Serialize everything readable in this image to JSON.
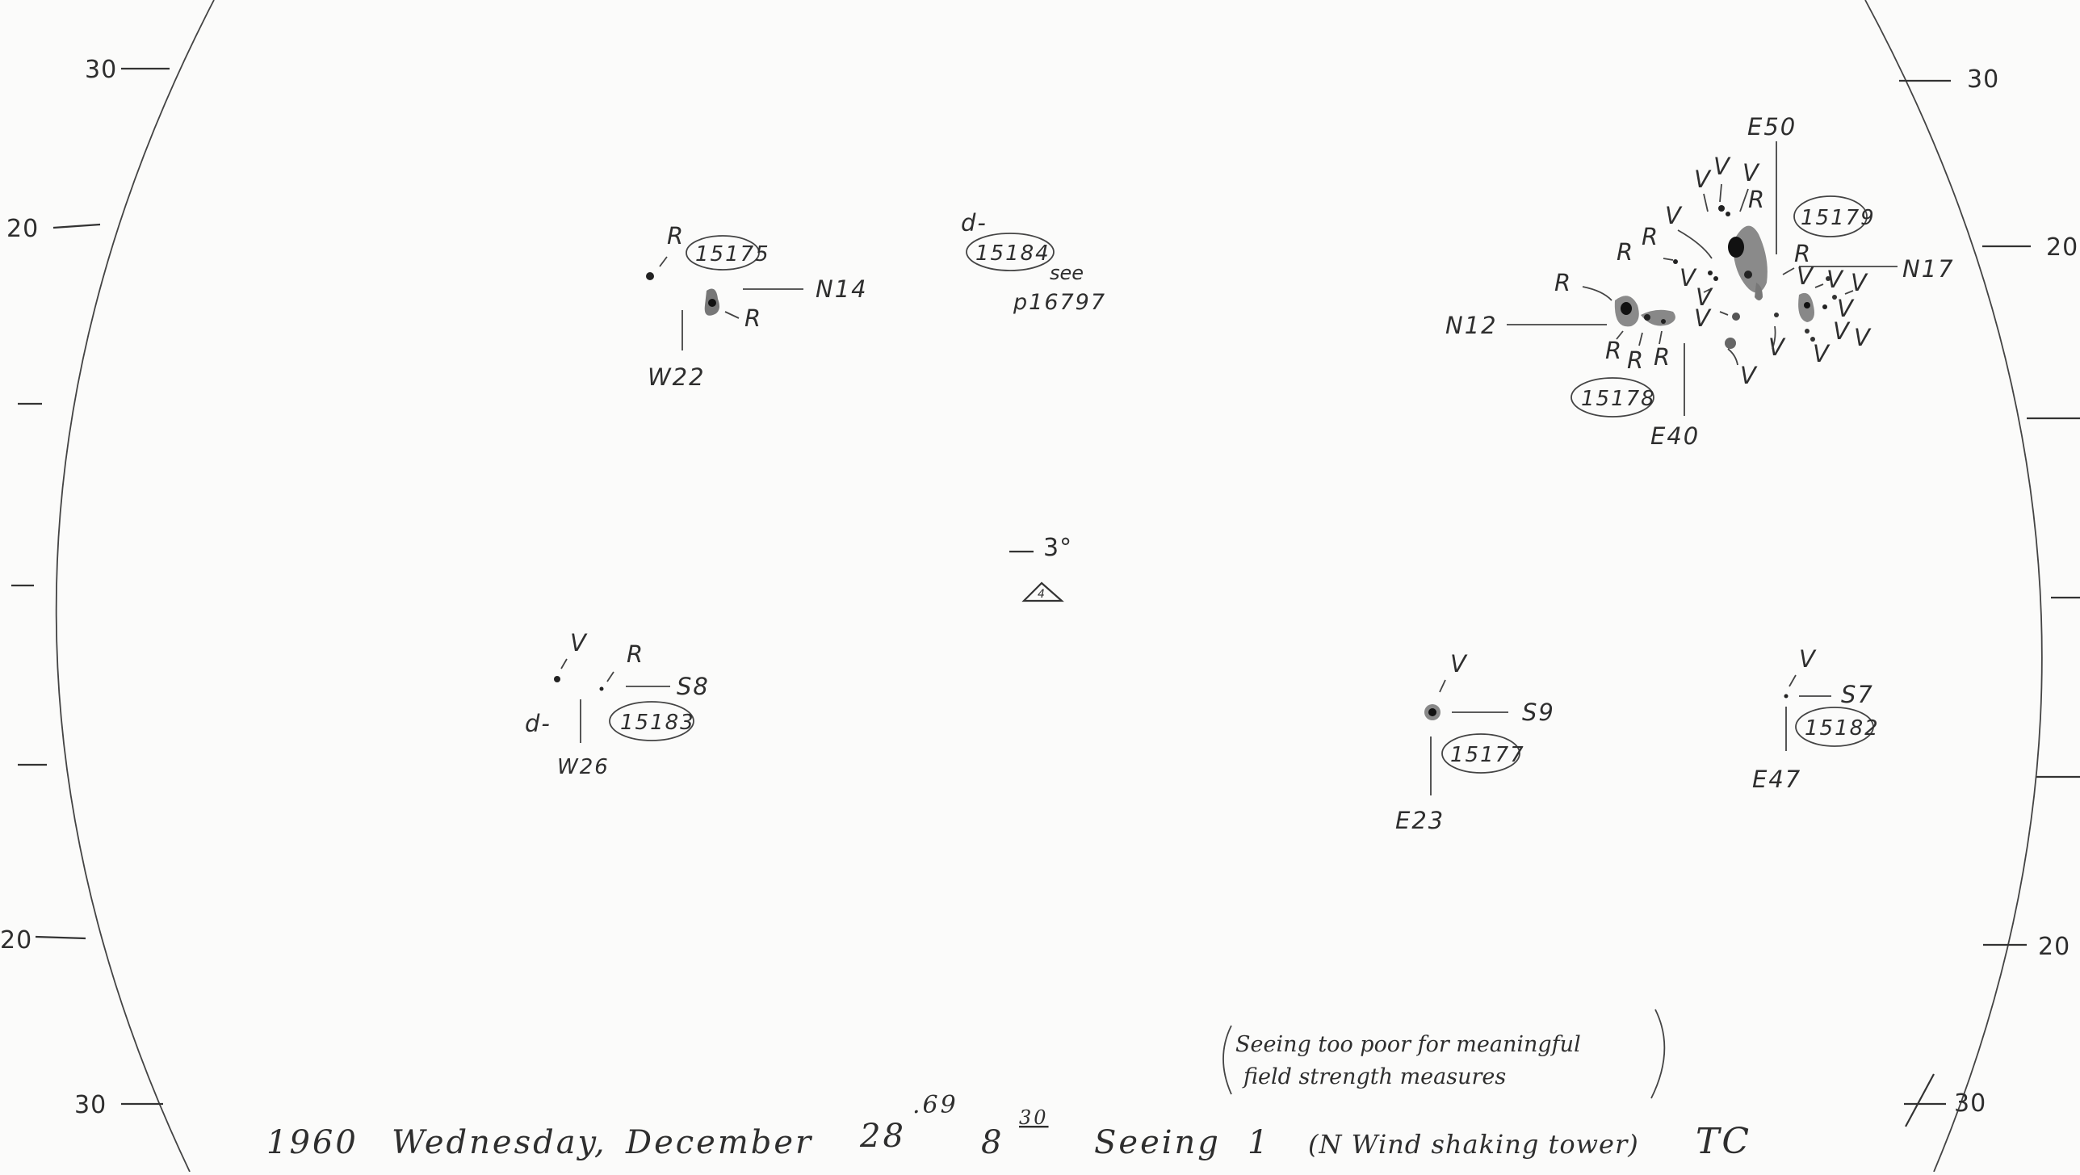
{
  "scale_ticks": {
    "left": [
      "30",
      "20",
      "20",
      "30"
    ],
    "right": [
      "30",
      "20",
      "20",
      "30"
    ]
  },
  "center_mark": {
    "label": "3°",
    "symbol": "4"
  },
  "groups": {
    "g15175": {
      "number": "15175",
      "position": "W22",
      "latitude": "N14",
      "marks": [
        "R",
        "R"
      ]
    },
    "g15184": {
      "number": "15184",
      "prefix": "d-",
      "note": "see",
      "ref": "p16797"
    },
    "g15179": {
      "number": "15179",
      "position": "E50",
      "latitude": "N17"
    },
    "g15178": {
      "number": "15178",
      "position": "E40",
      "latitude": "N12"
    },
    "g15183": {
      "number": "15183",
      "position": "W26",
      "latitude": "S8",
      "prefix": "d-",
      "marks": [
        "V",
        "R"
      ]
    },
    "g15177": {
      "number": "15177",
      "position": "E23",
      "latitude": "S9",
      "marks": [
        "V"
      ]
    },
    "g15182": {
      "number": "15182",
      "position": "E47",
      "latitude": "S7",
      "marks": [
        "V"
      ]
    }
  },
  "cluster_marks": {
    "R": "R",
    "V": "V"
  },
  "footer": {
    "year": "1960",
    "weekday": "Wednesday,",
    "month": "December",
    "day": "28",
    "day_fraction": ".69",
    "hour": "8",
    "minutes": "30",
    "seeing_label": "Seeing",
    "seeing_value": "1",
    "wind_note": "(N Wind shaking tower)",
    "observer": "TC",
    "remark_line1": "Seeing too poor for meaningful",
    "remark_line2": "field strength measures"
  }
}
